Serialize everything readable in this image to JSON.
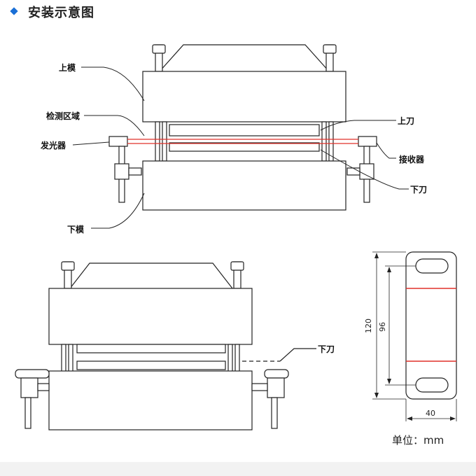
{
  "header": {
    "title": "安装示意图"
  },
  "labels": {
    "upper_die": "上模",
    "detection_zone": "检测区域",
    "emitter": "发光器",
    "upper_blade": "上刀",
    "receiver": "接收器",
    "lower_blade": "下刀",
    "lower_die": "下模",
    "lower_blade_2": "下刀"
  },
  "dimensions": {
    "height_overall": "120",
    "slot_spacing": "96",
    "width": "40"
  },
  "unit": "单位：mm",
  "colors": {
    "accent": "#1a6fd6",
    "beam": "#e0302a",
    "line": "#222222"
  }
}
